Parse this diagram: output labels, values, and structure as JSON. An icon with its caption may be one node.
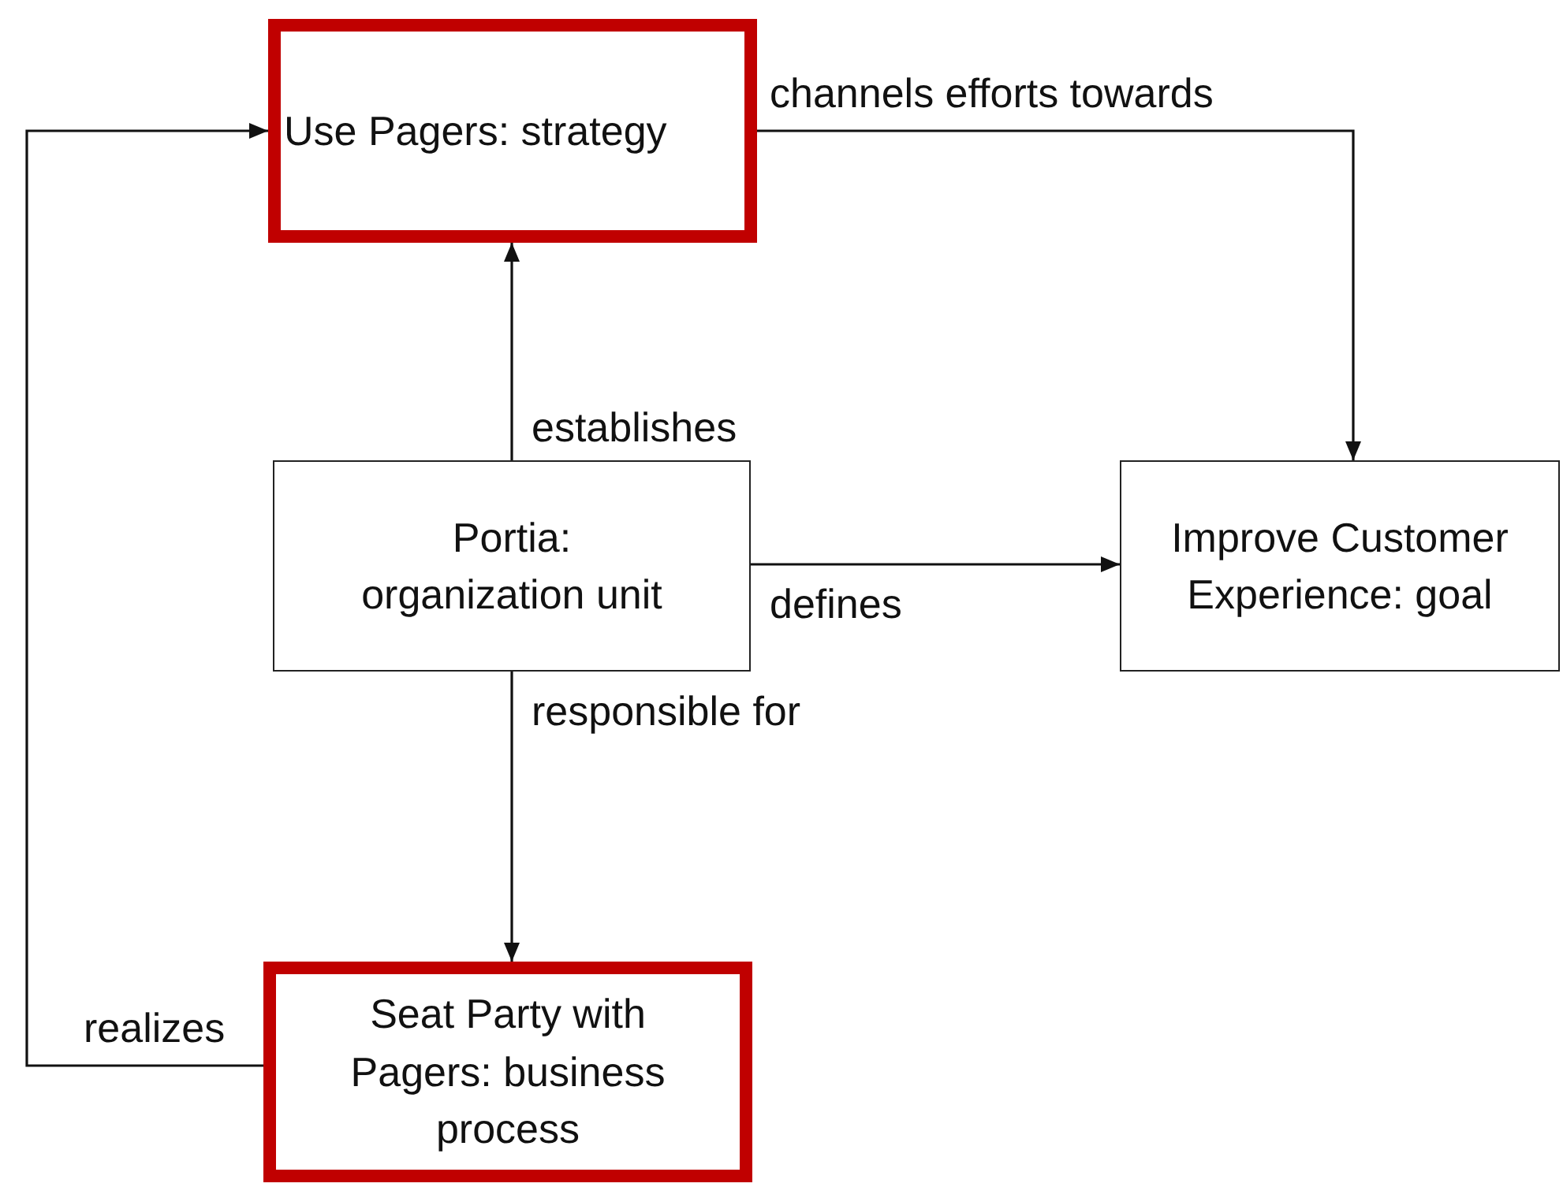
{
  "diagram": {
    "nodes": [
      {
        "text": [
          "Use Pagers: strategy"
        ]
      },
      {
        "text": [
          "Portia: organization unit"
        ]
      },
      {
        "text": [
          "Improve Customer Experience: goal"
        ]
      },
      {
        "text": [
          "Seat Party with Pagers: business process"
        ]
      }
    ],
    "edges": [
      {
        "from": 1,
        "to": 0,
        "arrow": "to",
        "label": "establishes"
      },
      {
        "from": 0,
        "to": 2,
        "arrow": "to",
        "label": "channels efforts towards"
      },
      {
        "from": 1,
        "to": 2,
        "arrow": "to",
        "label": "defines"
      },
      {
        "from": 1,
        "to": 3,
        "arrow": "to",
        "label": "responsible for"
      },
      {
        "from": 3,
        "to": 0,
        "arrow": "to",
        "label": "realizes"
      }
    ]
  }
}
